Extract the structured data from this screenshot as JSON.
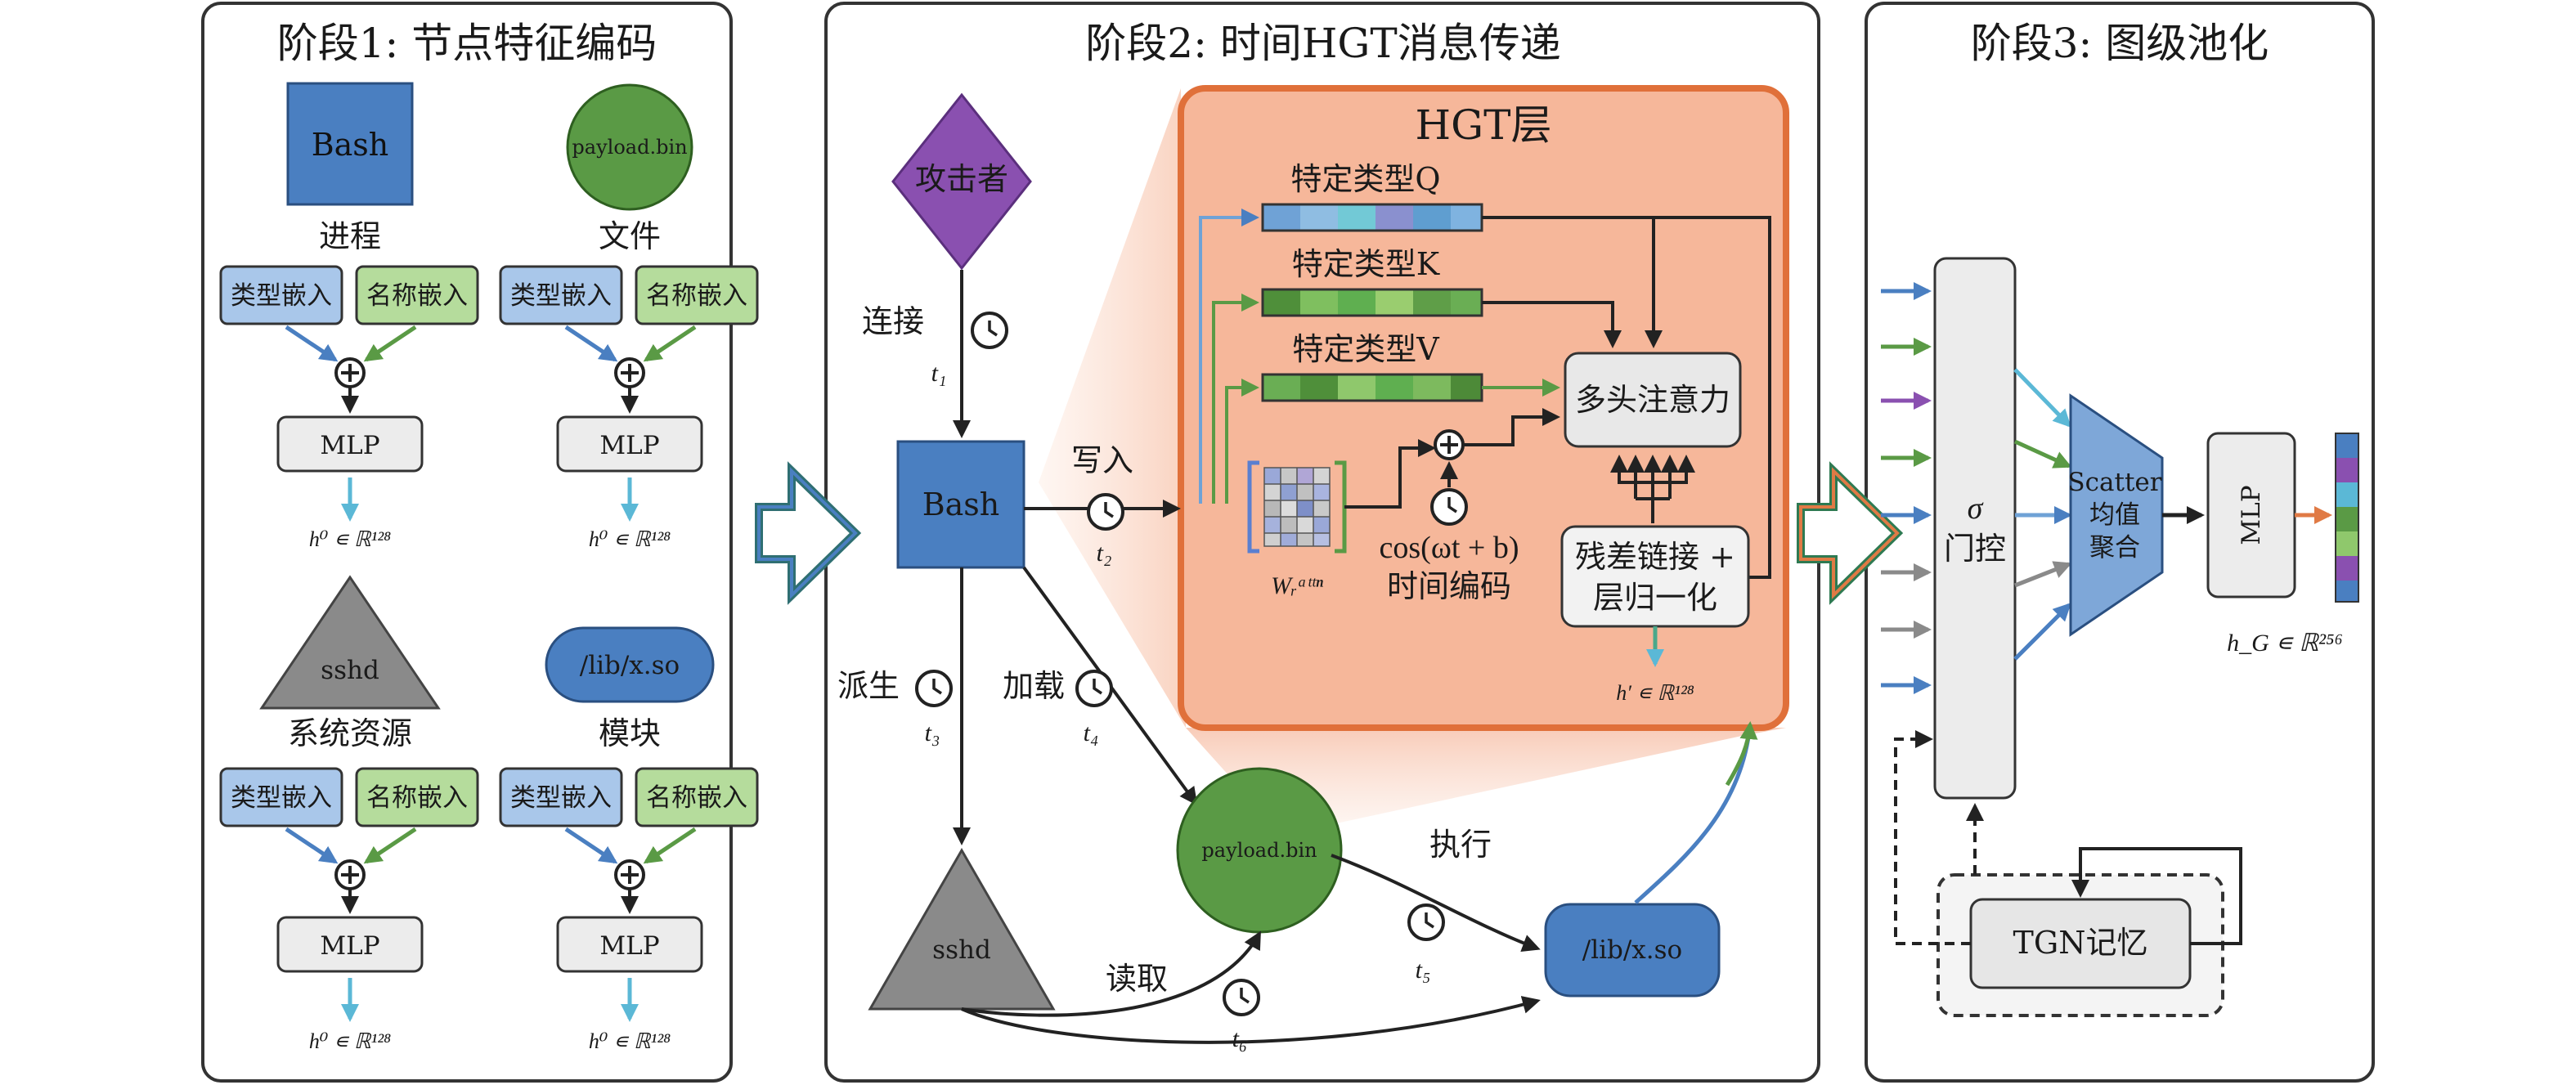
{
  "stage1": {
    "title": "阶段1: 节点特征编码",
    "nodes": {
      "process": {
        "shape_text": "Bash",
        "label": "进程"
      },
      "file": {
        "shape_text": "payload.bin",
        "label": "文件"
      },
      "resource": {
        "shape_text": "sshd",
        "label": "系统资源"
      },
      "module": {
        "shape_text": "/lib/x.so",
        "label": "模块"
      }
    },
    "type_embed": "类型嵌入",
    "name_embed": "名称嵌入",
    "mlp": "MLP",
    "plus": "⊕",
    "h0": "h⁰ ∊ ℝ¹²⁸"
  },
  "stage2": {
    "title": "阶段2: 时间HGT消息传递",
    "attacker": "攻击者",
    "bash": "Bash",
    "payload": "payload.bin",
    "sshd": "sshd",
    "lib": "/lib/x.so",
    "edges": {
      "connect": "连接",
      "t1": "t₁",
      "write": "写入",
      "t2": "t₂",
      "spawn": "派生",
      "t3": "t₃",
      "load": "加载",
      "t4": "t₄",
      "exec": "执行",
      "t5": "t₅",
      "read": "读取",
      "t6": "t₆"
    },
    "hgt": {
      "title": "HGT层",
      "q": "特定类型Q",
      "k": "特定类型K",
      "v": "特定类型V",
      "attn": "多头注意力",
      "w_attn": "Wᵣᵃᵗᵗⁿ",
      "cos": "cos(ωt + b)",
      "time_enc": "时间编码",
      "residual_1": "残差链接 +",
      "residual_2": "层归一化",
      "h_prime": "h′ ∊ ℝ¹²⁸"
    }
  },
  "stage3": {
    "title": "阶段3: 图级池化",
    "sigma": "σ",
    "gate": "门控",
    "scatter_1": "Scatter",
    "scatter_2": "均值",
    "scatter_3": "聚合",
    "mlp": "MLP",
    "hg": "h_G ∊ ℝ²⁵⁶",
    "tgn": "TGN记忆"
  },
  "colors": {
    "blue": "#4a7fc1",
    "green": "#5a9a45",
    "purple": "#8a50b0",
    "gray": "#8a8a8a",
    "hgt_bg": "#f6b79a",
    "hgt_border": "#e0703a",
    "type_embed_bg": "#a9c7ea",
    "name_embed_bg": "#b5dc9c",
    "teal_arrow": "#5bb8d6"
  },
  "icons": [
    "clock-icon",
    "plus-circle-icon",
    "hollow-arrow-icon"
  ]
}
